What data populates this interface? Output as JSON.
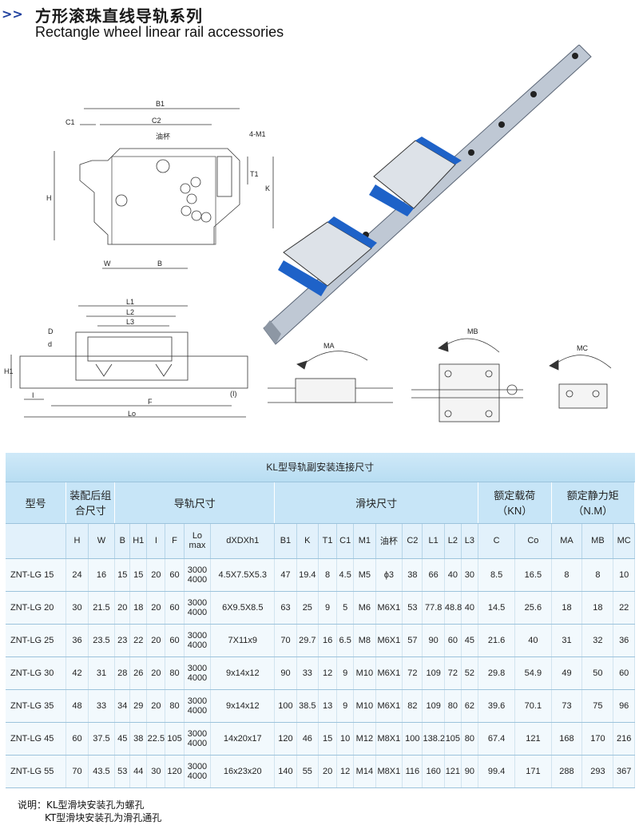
{
  "header": {
    "arrows": ">>",
    "title_cn": "方形滚珠直线导轨系列",
    "title_en": "Rectangle wheel linear rail accessories"
  },
  "diagram": {
    "front_labels": {
      "b1": "B1",
      "c1": "C1",
      "c2": "C2",
      "oil_cup": "油杯",
      "m1": "4-M1",
      "t1": "T1",
      "k": "K",
      "h": "H",
      "w": "W",
      "b": "B"
    },
    "side_labels": {
      "l1": "L1",
      "l2": "L2",
      "l3": "L3",
      "d": "D",
      "d_small": "d",
      "h1": "H1",
      "i": "I",
      "f": "F",
      "lo": "Lo",
      "i_paren": "(I)"
    },
    "moment_labels": {
      "ma": "MA",
      "mb": "MB",
      "mc": "MC"
    }
  },
  "table": {
    "caption": "KL型导轨副安装连接尺寸",
    "groups": {
      "model": "型号",
      "assembly": "装配后组合尺寸",
      "rail": "导轨尺寸",
      "block": "滑块尺寸",
      "rated_load": "额定载荷",
      "rated_load_unit": "（KN）",
      "static_moment": "额定静力矩",
      "static_moment_unit": "（N.M）"
    },
    "columns": [
      "H",
      "W",
      "B",
      "H1",
      "I",
      "F",
      "Lo max",
      "dXDXh1",
      "B1",
      "K",
      "T1",
      "C1",
      "M1",
      "油杯",
      "C2",
      "L1",
      "L2",
      "L3",
      "C",
      "Co",
      "MA",
      "MB",
      "MC"
    ],
    "lo_top": "Lo",
    "lo_bottom": "max",
    "lo_values": [
      "3000",
      "4000"
    ],
    "rows": [
      {
        "model": "ZNT-LG 15",
        "H": "24",
        "W": "16",
        "B": "15",
        "H1": "15",
        "I": "20",
        "F": "60",
        "dDh": "4.5X7.5X5.3",
        "B1": "47",
        "K": "19.4",
        "T1": "8",
        "C1": "4.5",
        "M1": "M5",
        "oil": "ϕ3",
        "C2": "38",
        "L1": "66",
        "L2": "40",
        "L3": "30",
        "C": "8.5",
        "Co": "16.5",
        "MA": "8",
        "MB": "8",
        "MC": "10"
      },
      {
        "model": "ZNT-LG 20",
        "H": "30",
        "W": "21.5",
        "B": "20",
        "H1": "18",
        "I": "20",
        "F": "60",
        "dDh": "6X9.5X8.5",
        "B1": "63",
        "K": "25",
        "T1": "9",
        "C1": "5",
        "M1": "M6",
        "oil": "M6X1",
        "C2": "53",
        "L1": "77.8",
        "L2": "48.8",
        "L3": "40",
        "C": "14.5",
        "Co": "25.6",
        "MA": "18",
        "MB": "18",
        "MC": "22"
      },
      {
        "model": "ZNT-LG 25",
        "H": "36",
        "W": "23.5",
        "B": "23",
        "H1": "22",
        "I": "20",
        "F": "60",
        "dDh": "7X11x9",
        "B1": "70",
        "K": "29.7",
        "T1": "16",
        "C1": "6.5",
        "M1": "M8",
        "oil": "M6X1",
        "C2": "57",
        "L1": "90",
        "L2": "60",
        "L3": "45",
        "C": "21.6",
        "Co": "40",
        "MA": "31",
        "MB": "32",
        "MC": "36"
      },
      {
        "model": "ZNT-LG 30",
        "H": "42",
        "W": "31",
        "B": "28",
        "H1": "26",
        "I": "20",
        "F": "80",
        "dDh": "9x14x12",
        "B1": "90",
        "K": "33",
        "T1": "12",
        "C1": "9",
        "M1": "M10",
        "oil": "M6X1",
        "C2": "72",
        "L1": "109",
        "L2": "72",
        "L3": "52",
        "C": "29.8",
        "Co": "54.9",
        "MA": "49",
        "MB": "50",
        "MC": "60"
      },
      {
        "model": "ZNT-LG 35",
        "H": "48",
        "W": "33",
        "B": "34",
        "H1": "29",
        "I": "20",
        "F": "80",
        "dDh": "9x14x12",
        "B1": "100",
        "K": "38.5",
        "T1": "13",
        "C1": "9",
        "M1": "M10",
        "oil": "M6X1",
        "C2": "82",
        "L1": "109",
        "L2": "80",
        "L3": "62",
        "C": "39.6",
        "Co": "70.1",
        "MA": "73",
        "MB": "75",
        "MC": "96"
      },
      {
        "model": "ZNT-LG 45",
        "H": "60",
        "W": "37.5",
        "B": "45",
        "H1": "38",
        "I": "22.5",
        "F": "105",
        "dDh": "14x20x17",
        "B1": "120",
        "K": "46",
        "T1": "15",
        "C1": "10",
        "M1": "M12",
        "oil": "M8X1",
        "C2": "100",
        "L1": "138.2",
        "L2": "105",
        "L3": "80",
        "C": "67.4",
        "Co": "121",
        "MA": "168",
        "MB": "170",
        "MC": "216"
      },
      {
        "model": "ZNT-LG 55",
        "H": "70",
        "W": "43.5",
        "B": "53",
        "H1": "44",
        "I": "30",
        "F": "120",
        "dDh": "16x23x20",
        "B1": "140",
        "K": "55",
        "T1": "20",
        "C1": "12",
        "M1": "M14",
        "oil": "M8X1",
        "C2": "116",
        "L1": "160",
        "L2": "121",
        "L3": "90",
        "C": "99.4",
        "Co": "171",
        "MA": "288",
        "MB": "293",
        "MC": "367"
      }
    ]
  },
  "notes": {
    "line1": "说明：KL型滑块安装孔为螺孔",
    "line2": "KT型滑块安装孔为滑孔通孔"
  }
}
